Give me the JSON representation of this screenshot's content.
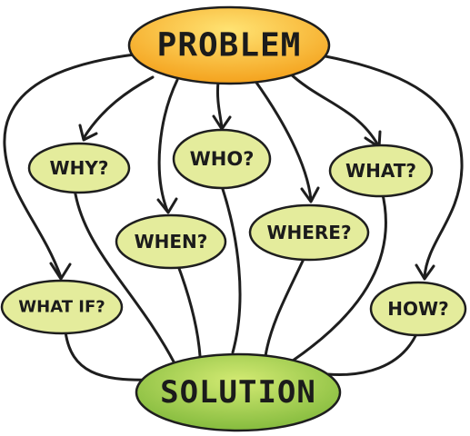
{
  "colors": {
    "problem_fill_light": "#ffd54a",
    "problem_fill_dark": "#f4a21d",
    "question_fill": "#e4ec9c",
    "solution_fill_light": "#c9e46a",
    "solution_fill_dark": "#7fb83a",
    "stroke": "#1e1e1e"
  },
  "nodes": {
    "problem": "PROBLEM",
    "solution": "SOLUTION",
    "why": "WHY?",
    "who": "WHO?",
    "what": "WHAT?",
    "when": "WHEN?",
    "where": "WHERE?",
    "whatif": "WHAT IF?",
    "how": "HOW?"
  }
}
